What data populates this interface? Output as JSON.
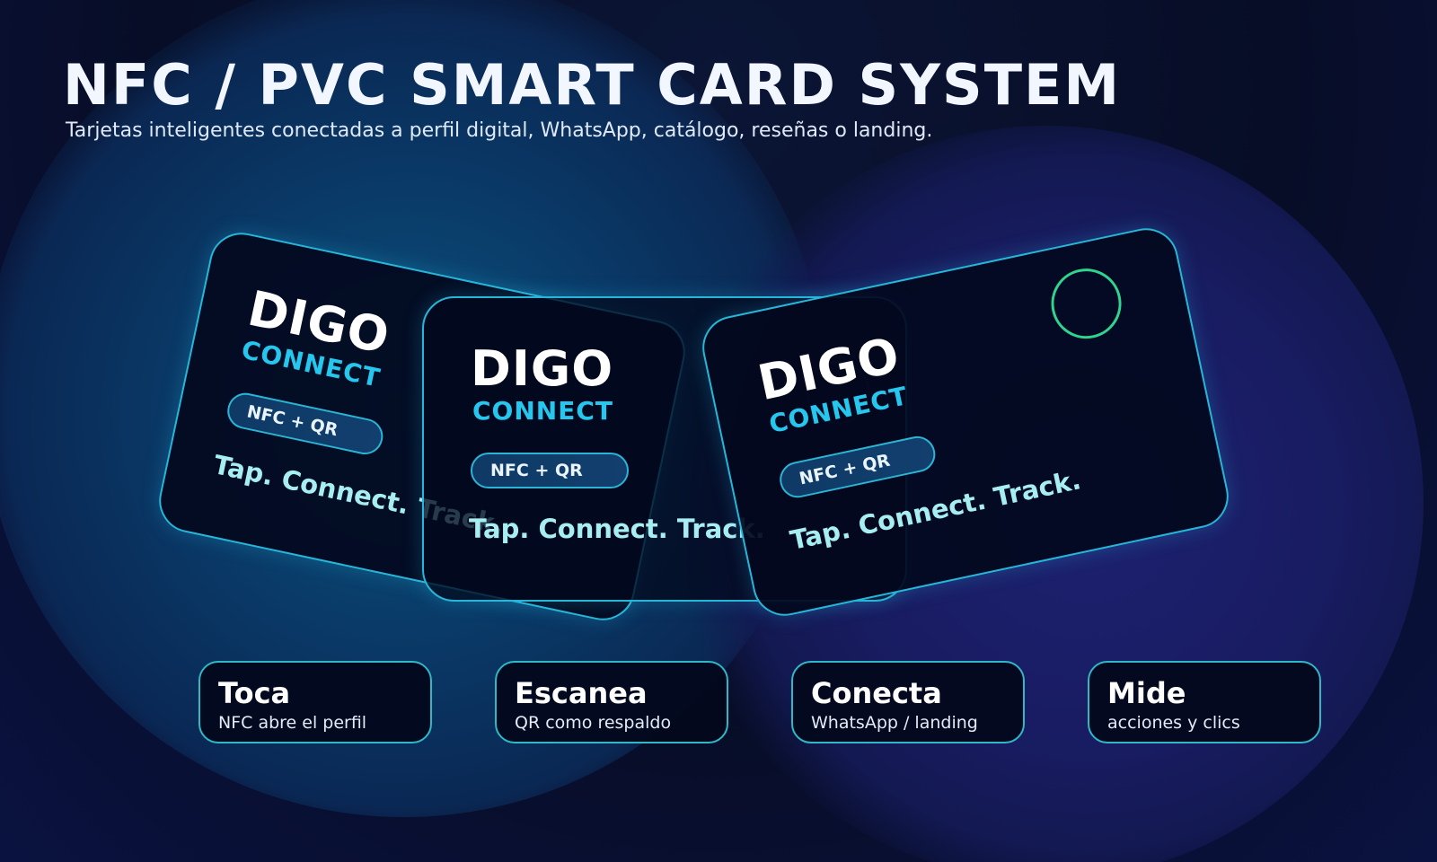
{
  "header": {
    "title": "NFC / PVC SMART CARD SYSTEM",
    "subtitle": "Tarjetas inteligentes conectadas a perfil digital, WhatsApp, catálogo, reseñas o landing."
  },
  "cards": [
    {
      "brand": "DIGO",
      "brand_sub": "CONNECT",
      "badge": "NFC + QR",
      "tagline": "Tap. Connect. Track."
    },
    {
      "brand": "DIGO",
      "brand_sub": "CONNECT",
      "badge": "NFC + QR",
      "tagline": "Tap. Connect. Track."
    },
    {
      "brand": "DIGO",
      "brand_sub": "CONNECT",
      "badge": "NFC + QR",
      "tagline": "Tap. Connect. Track.",
      "chip_icon": "nfc-chip-icon"
    }
  ],
  "features": [
    {
      "title": "Toca",
      "subtitle": "NFC abre el perfil"
    },
    {
      "title": "Escanea",
      "subtitle": "QR como respaldo"
    },
    {
      "title": "Conecta",
      "subtitle": "WhatsApp / landing"
    },
    {
      "title": "Mide",
      "subtitle": "acciones y clics"
    }
  ],
  "colors": {
    "accent_cyan": "#26c7ef",
    "card_border": "#27b6d8",
    "chip_green": "#2fd58e",
    "tagline": "#a7eef3",
    "background": "#070d26"
  }
}
